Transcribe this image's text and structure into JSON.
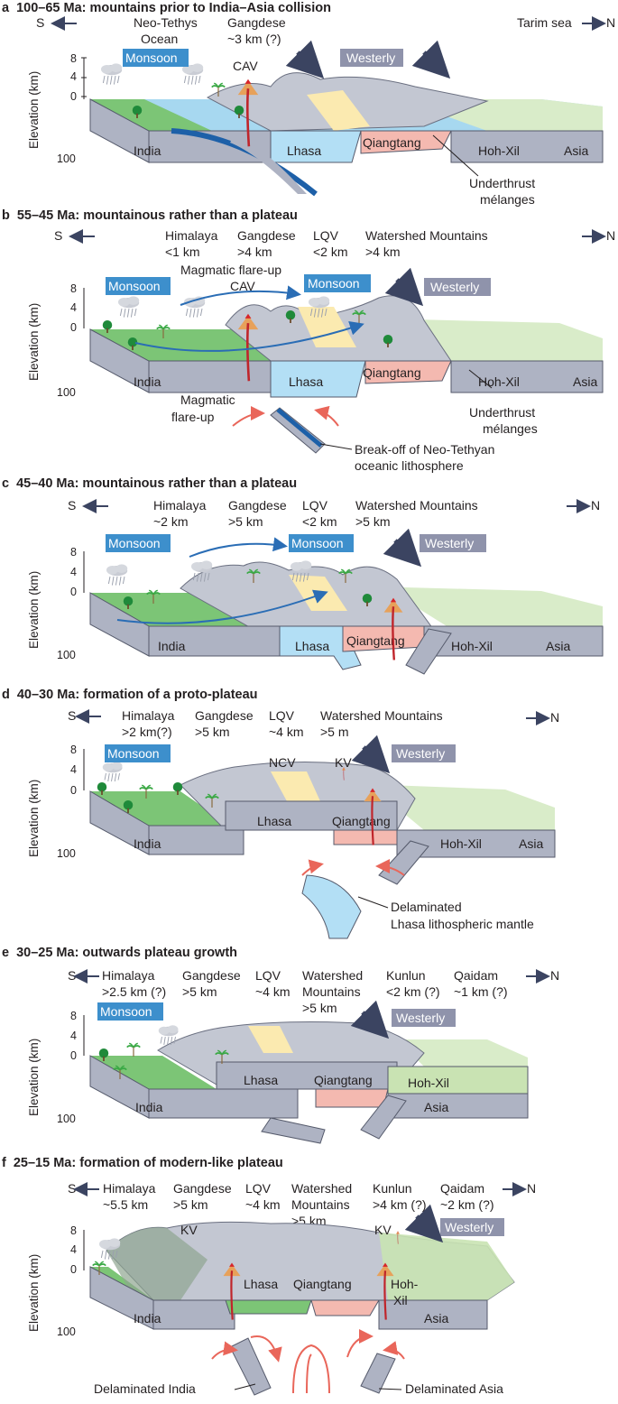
{
  "colors": {
    "india_green": "#7cc576",
    "light_green": "#c9e3b3",
    "pale_green": "#d9ecc9",
    "ocean_blue": "#a7d8f0",
    "lhasa_blue": "#b3dff5",
    "lithosphere_grey": "#aeb3c3",
    "plateau_grey": "#c3c7d2",
    "qiangtang_pink": "#f4b9b0",
    "lqv_yellow": "#fbeab0",
    "monsoon_blue": "#3d8fcc",
    "westerly_grey": "#8f93ab",
    "river_blue": "#2563a8",
    "arrow_red": "#e9665a",
    "arrow_dark": "#3b4461"
  },
  "icons": [
    "cloud-rain-icon",
    "palm-tree-icon",
    "tree-icon",
    "volcano-icon",
    "wind-arrow-icon",
    "dune-icon"
  ],
  "panels": [
    {
      "letter": "a",
      "title": "100–65 Ma: mountains prior to India–Asia collision",
      "south": "S",
      "north": "N",
      "top_labels": [
        {
          "line1": "Neo-Tethys",
          "line2": "Ocean"
        },
        {
          "line1": "Gangdese",
          "line2": "~3 km (?)"
        },
        {
          "line1": "Tarim sea",
          "line2": ""
        }
      ],
      "tags": [
        "Monsoon",
        "Westerly"
      ],
      "features": [
        "CAV"
      ],
      "blocks": [
        "India",
        "Lhasa",
        "Qiangtang",
        "Hoh-Xil",
        "Asia"
      ],
      "callouts": [
        {
          "line1": "Underthrust",
          "line2": "mélanges"
        }
      ]
    },
    {
      "letter": "b",
      "title": "55–45 Ma: mountainous rather than a plateau",
      "south": "S",
      "north": "N",
      "top_labels": [
        {
          "line1": "Himalaya",
          "line2": "<1 km"
        },
        {
          "line1": "Gangdese",
          "line2": ">4 km"
        },
        {
          "line1": "LQV",
          "line2": "<2 km"
        },
        {
          "line1": "Watershed Mountains",
          "line2": ">4 km"
        }
      ],
      "tags": [
        "Monsoon",
        "Monsoon",
        "Westerly"
      ],
      "features": [
        "Magmatic flare-up",
        "CAV"
      ],
      "blocks": [
        "India",
        "Lhasa",
        "Qiangtang",
        "Hoh-Xil",
        "Asia"
      ],
      "callouts": [
        {
          "line1": "Magmatic",
          "line2": "flare-up"
        },
        {
          "line1": "Underthrust",
          "line2": "mélanges"
        },
        {
          "line1": "Break-off of Neo-Tethyan",
          "line2": "oceanic lithosphere"
        }
      ]
    },
    {
      "letter": "c",
      "title": "45–40 Ma: mountainous rather than a plateau",
      "south": "S",
      "north": "N",
      "top_labels": [
        {
          "line1": "Himalaya",
          "line2": "~2 km"
        },
        {
          "line1": "Gangdese",
          "line2": ">5 km"
        },
        {
          "line1": "LQV",
          "line2": "<2 km"
        },
        {
          "line1": "Watershed Mountains",
          "line2": ">5 km"
        }
      ],
      "tags": [
        "Monsoon",
        "Monsoon",
        "Westerly"
      ],
      "features": [],
      "blocks": [
        "India",
        "Lhasa",
        "Qiangtang",
        "Hoh-Xil",
        "Asia"
      ],
      "callouts": []
    },
    {
      "letter": "d",
      "title": "40–30 Ma: formation of a proto-plateau",
      "south": "S",
      "north": "N",
      "top_labels": [
        {
          "line1": "Himalaya",
          "line2": ">2 km(?)"
        },
        {
          "line1": "Gangdese",
          "line2": ">5 km"
        },
        {
          "line1": "LQV",
          "line2": "~4 km"
        },
        {
          "line1": "Watershed Mountains",
          "line2": ">5 m"
        }
      ],
      "tags": [
        "Monsoon",
        "Westerly"
      ],
      "features": [
        "NCV",
        "KV"
      ],
      "blocks": [
        "India",
        "Lhasa",
        "Qiangtang",
        "Hoh-Xil",
        "Asia"
      ],
      "callouts": [
        {
          "line1": "Delaminated",
          "line2": "Lhasa lithospheric mantle"
        }
      ]
    },
    {
      "letter": "e",
      "title": "30–25 Ma: outwards plateau growth",
      "south": "S",
      "north": "N",
      "top_labels": [
        {
          "line1": "Himalaya",
          "line2": ">2.5 km (?)"
        },
        {
          "line1": "Gangdese",
          "line2": ">5 km"
        },
        {
          "line1": "LQV",
          "line2": "~4 km"
        },
        {
          "line1": "Watershed",
          "line2": "Mountains",
          "line3": ">5 km"
        },
        {
          "line1": "Kunlun",
          "line2": "<2 km (?)"
        },
        {
          "line1": "Qaidam",
          "line2": "~1 km (?)"
        }
      ],
      "tags": [
        "Monsoon",
        "Westerly"
      ],
      "features": [],
      "blocks": [
        "India",
        "Lhasa",
        "Qiangtang",
        "Hoh-Xil",
        "Asia"
      ],
      "callouts": []
    },
    {
      "letter": "f",
      "title": "25–15 Ma: formation of modern-like plateau",
      "south": "S",
      "north": "N",
      "top_labels": [
        {
          "line1": "Himalaya",
          "line2": "~5.5 km"
        },
        {
          "line1": "Gangdese",
          "line2": ">5 km"
        },
        {
          "line1": "LQV",
          "line2": "~4 km"
        },
        {
          "line1": "Watershed",
          "line2": "Mountains",
          "line3": ">5 km"
        },
        {
          "line1": "Kunlun",
          "line2": ">4 km (?)"
        },
        {
          "line1": "Qaidam",
          "line2": "~2 km (?)"
        }
      ],
      "tags": [
        "Westerly"
      ],
      "features": [
        "KV",
        "KV"
      ],
      "blocks": [
        "India",
        "Lhasa",
        "Qiangtang",
        "Hoh-",
        "Xil",
        "Asia"
      ],
      "callouts": [
        {
          "line1": "Delaminated India",
          "line2": ""
        },
        {
          "line1": "Delaminated Asia",
          "line2": ""
        }
      ]
    }
  ],
  "axis": {
    "ylabel": "Elevation (km)",
    "ticks": [
      "8",
      "4",
      "0",
      "100"
    ]
  }
}
